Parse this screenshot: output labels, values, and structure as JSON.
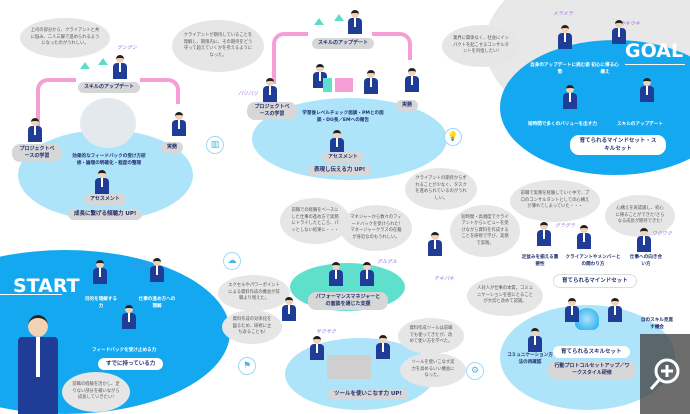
{
  "colors": {
    "blue": "#13a8ef",
    "light_blue": "#aee4fa",
    "teal": "#5fe0cc",
    "pink": "#f59fd6",
    "navy": "#1f2f6e"
  },
  "goal": {
    "title": "GOAL",
    "items": [
      "自身のアップデートに挑む姿勢",
      "初心に帰る心構え",
      "短時間で多くのバリューを出す力",
      "スキルのアップデート"
    ],
    "badge": "育てられるマインドセット・スキルセット",
    "bubble": "業界に関係なく、社会にインパクトを起こせるコンサルタントを目指したい!",
    "onomatopoeia": [
      "メラメラ",
      "ウキウキ"
    ]
  },
  "start": {
    "title": "START",
    "items": [
      "目的を理解する力",
      "仕事の進め方への理解",
      "フィードバックを受け止める力"
    ],
    "badge": "すでに持っている力",
    "bubble": "前職の経験を活かし、足りない部分を補いながら成長していきたい!",
    "onomatopoeia": "ワクワク"
  },
  "cycle1": {
    "steps": [
      "スキルのアップデート",
      "実務",
      "アセスメント",
      "プロジェクトベースの学習"
    ],
    "center": "効果的なフィードバックの受け方研修・論理の明確化・程度の整理",
    "badge": "成長に繋げる傾聴力 UP!",
    "bubble": "上司の部分から、クライアントと共に悩み、二人三脚で進められるようになったのがうれしい。",
    "onomatopoeia": "グングン"
  },
  "cycle2": {
    "steps": [
      "スキルのアップデート",
      "実務",
      "アセスメント",
      "プロジェクトベースの学習"
    ],
    "center": "学習後レベルチェック面談・PMとの面談・DU長／EMへの報告",
    "badge": "表現し伝える力 UP!",
    "bubble": "クライアントが期待していることを理解し、期限内に、その期待をどう守って超えていくかを考えるようになった。",
    "onomatopoeia": "バリバリ"
  },
  "mindset": {
    "bubble1": "クライアントの期待からずれることが少なく、タスクを進められているのがうれしい。",
    "bubble2": "短時間・高頻度でクライアントからレビューを受けながら資料を作成することを研修で学び、実務で実践。",
    "bubble3": "前職で実務を経験していく中で、プロのコンサルタントとしての心構えが薄れてしまっていた・・・",
    "bubble4": "心構えを再認識し、初心に帰ることができた!さらなる成長が期待できた!",
    "items": [
      "足並みを揃える重要性",
      "クライアントやメンバーとの関わり方",
      "仕事への向き合い方"
    ],
    "badge": "育てられるマインドセット",
    "onomatopoeia": [
      "グラグラ",
      "ワクワク",
      "テキパキ"
    ]
  },
  "performance": {
    "bubble1": "前職での経験をベースにした仕事の進め方で実務にトライしたところ、パッとしない結果に・・・",
    "bubble2": "マネジャーから数々のフィードバックを受けられた!マネージャークラスの在籍が身近なのもうれしい。",
    "badge": "パフォーマンスマネジャーとの面談を通じた支援",
    "onomatopoeia": "グルグル"
  },
  "tools": {
    "bubble1": "エクセルやパワーポイントによる資料作成の機会が前職より増えた。",
    "bubble2": "資料作成の効率化を図るため、研修に立ち返ることも!",
    "bubble3": "資料作成ツールは前職でも使ってきたが、改めて使い方を学べた。",
    "bubble4": "ツールを使いこなす実力を高めるいい機会になった。",
    "badge": "ツールを使いこなす力 UP!",
    "onomatopoeia": "サクサク"
  },
  "skillset": {
    "bubble": "人対人が仕事の本質。コミュニケーションを密にとることが大切と改めて認識。",
    "items": [
      "コミュニケーション方法の再確認",
      "自のスキル見直す機会"
    ],
    "badge": "育てられるスキルセット",
    "training": "行動プロトコルセットアップ／ワークスタイル研修"
  }
}
